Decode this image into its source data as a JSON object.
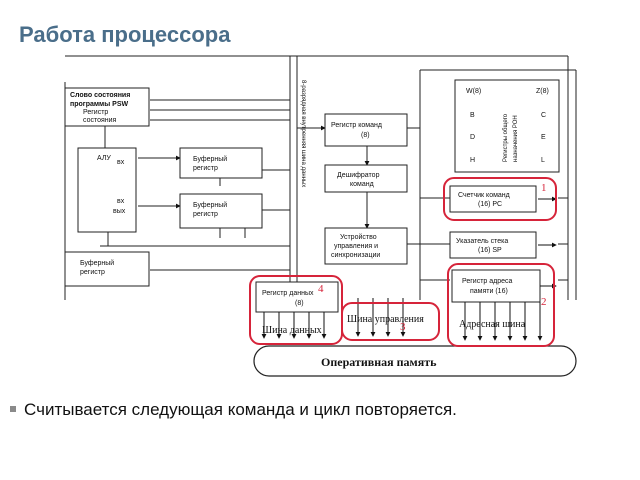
{
  "slide": {
    "title": "Работа процессора",
    "bullet": "Считывается следующая  команда и цикл повторяется."
  },
  "diagram": {
    "psw_line1": "Слово состояния",
    "psw_line2": "программы PSW",
    "state_reg_line1": "Регистр",
    "state_reg_line2": "состояния",
    "alu": "АЛУ",
    "alu_in1": "вх",
    "alu_in2": "вх",
    "alu_out": "вых",
    "buf1_line1": "Буферный",
    "buf1_line2": "регистр",
    "buf2_line1": "Буферный",
    "buf2_line2": "регистр",
    "buf3_line1": "Буферный",
    "buf3_line2": "регистр",
    "internal_bus": "8-разрядная внутренняя шина данных",
    "cmd_reg_line1": "Регистр команд",
    "cmd_reg_line2": "(8)",
    "decoder_line1": "Дешифратор",
    "decoder_line2": "команд",
    "ctrl_line1": "Устройство",
    "ctrl_line2": "управления и",
    "ctrl_line3": "синхронизации",
    "gpr": {
      "row1": [
        "W(8)",
        "Z(8)"
      ],
      "row2": [
        "B",
        "C"
      ],
      "row3": [
        "D",
        "E"
      ],
      "row4": [
        "H",
        "L"
      ],
      "label_line1": "Регистры общего",
      "label_line2": "назначения РОН"
    },
    "pc_line1": "Счетчик команд",
    "pc_line2": "(16) PC",
    "sp_line1": "Указатель стека",
    "sp_line2": "(16) SP",
    "addr_reg_line1": "Регистр адреса",
    "addr_reg_line2": "памяти (16)",
    "data_reg_line1": "Регистр данных",
    "data_reg_line2": "(8)",
    "data_bus": "Шина данных",
    "control_bus": "Шина управления",
    "address_bus": "Адресная шина",
    "ram": "Оперативная память",
    "marks": {
      "m1": "1",
      "m2": "2",
      "m3": "3",
      "m4": "4"
    },
    "highlight_color": "#d6243a"
  }
}
